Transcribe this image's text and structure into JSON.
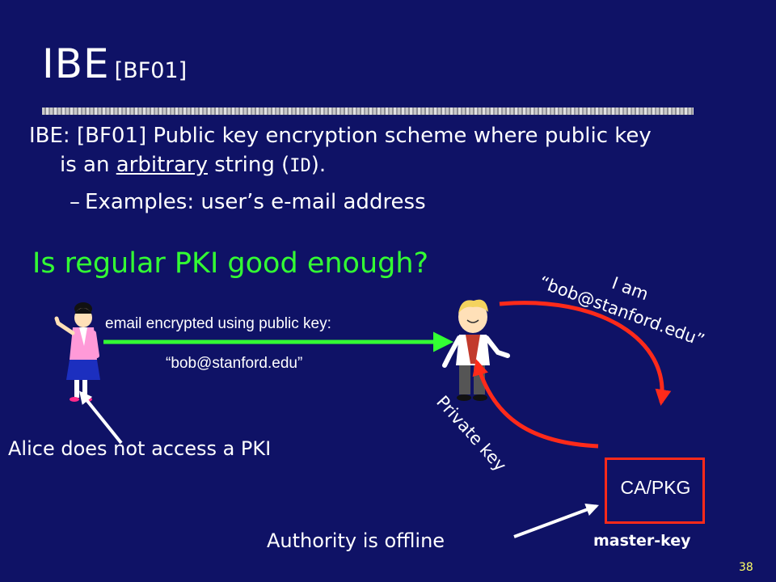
{
  "slide": {
    "title": "IBE",
    "title_cite": "[BF01]",
    "bullet_line1": "IBE: [BF01] Public key encryption scheme where public key",
    "bullet_line2_pre": "is an ",
    "bullet_underlined": "arbitrary",
    "bullet_line2_mid": " string (",
    "bullet_id": "ID",
    "bullet_line2_post": ").",
    "sub_dash": "–",
    "sub_bullet": "Examples:  user’s e-mail address",
    "question": "Is regular PKI good enough?",
    "email_label": "email encrypted using public key:",
    "email_address": "“bob@stanford.edu”",
    "iam_line1": "I am",
    "iam_line2": "“bob@stanford.edu”",
    "private_key_label": "Private key",
    "alice_note": "Alice does not access a PKI",
    "ca_label": "CA/PKG",
    "authority_note": "Authority is offline",
    "master_key_label": "master-key",
    "page_number": "38"
  },
  "colors": {
    "background": "#0f1266",
    "question_text": "#33ff33",
    "encrypt_arrow": "#33ff33",
    "key_arrows": "#ff2a1a",
    "callout_arrows": "#ffffff",
    "page_number": "#ffff66"
  },
  "icons": {
    "alice": "alice-figure-icon",
    "bob": "bob-figure-icon"
  }
}
